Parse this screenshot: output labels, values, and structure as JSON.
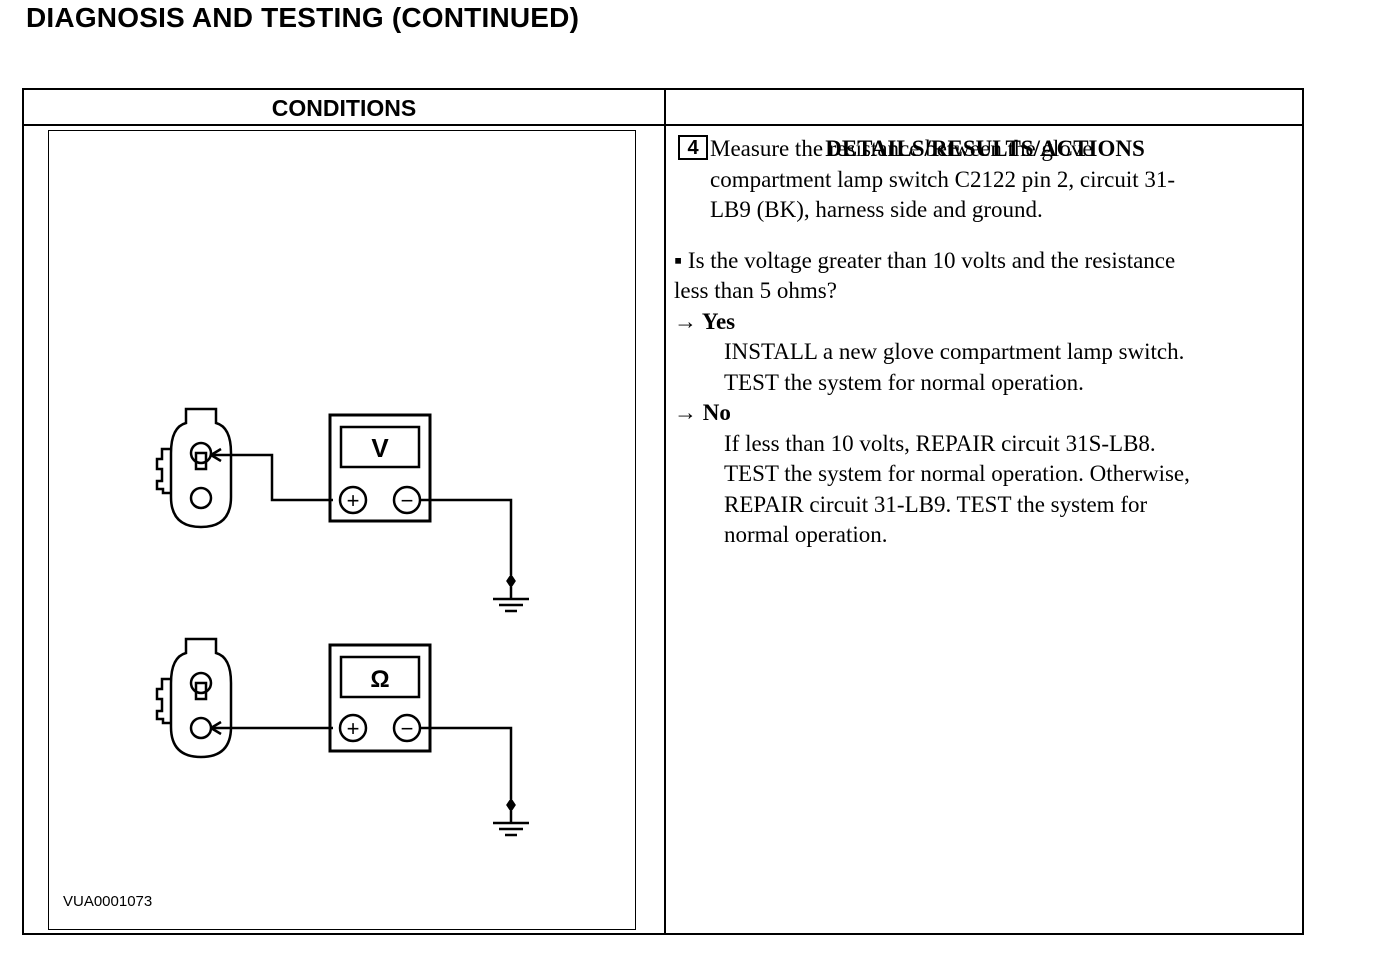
{
  "page": {
    "title": "DIAGNOSIS AND TESTING (CONTINUED)"
  },
  "table": {
    "headers": {
      "conditions": "CONDITIONS",
      "details": "DETAILS/RESULTS/ACTIONS"
    }
  },
  "figure": {
    "code": "VUA0001073",
    "meters": [
      {
        "symbol": "V",
        "unit": "voltmeter"
      },
      {
        "symbol": "Ω",
        "unit": "ohmmeter"
      }
    ],
    "terminal_symbols": {
      "positive": "+",
      "negative": "−"
    }
  },
  "step": {
    "number": "4",
    "instruction_lines": [
      "Measure the resistance between the glove",
      "compartment lamp switch C2122 pin 2, circuit 31-",
      "LB9 (BK), harness side and ground."
    ],
    "question_lines": [
      "▪ Is the voltage greater than 10 volts and the resistance",
      "less than 5 ohms?"
    ],
    "yes": {
      "arrow": "→",
      "label": "Yes",
      "lines": [
        "INSTALL a new glove compartment lamp switch.",
        "TEST the system for normal operation."
      ]
    },
    "no": {
      "arrow": "→",
      "label": "No",
      "lines": [
        "If less than 10 volts, REPAIR circuit 31S-LB8.",
        "TEST the system for normal operation. Otherwise,",
        "REPAIR circuit 31-LB9. TEST the system for",
        "normal operation."
      ]
    }
  }
}
